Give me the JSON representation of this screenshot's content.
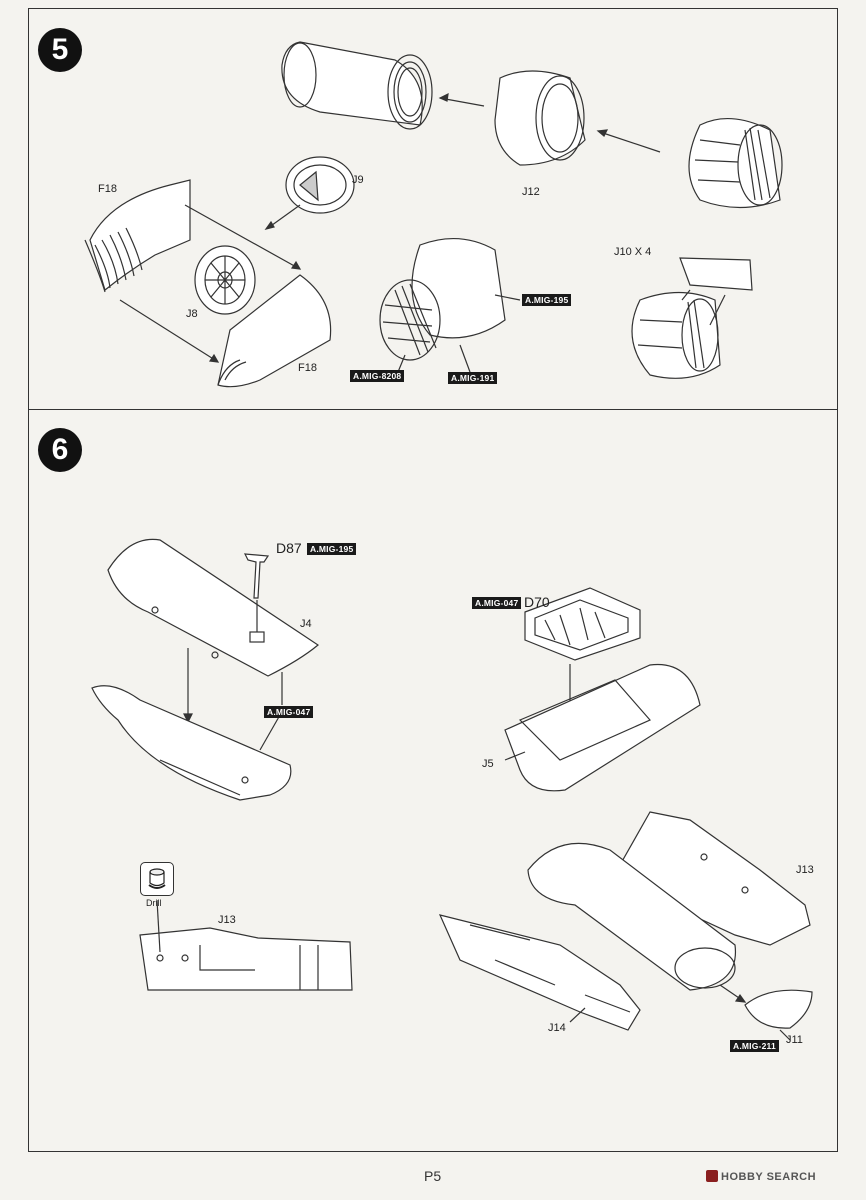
{
  "steps": {
    "step5": "5",
    "step6": "6"
  },
  "step5": {
    "parts": {
      "f18_top": "F18",
      "f18_bottom": "F18",
      "j8": "J8",
      "j9": "J9",
      "j12": "J12",
      "j10": "J10 X 4"
    },
    "tags": {
      "mig195": "A.MIG-195",
      "mig8208": "A.MIG-8208",
      "mig191": "A.MIG-191"
    }
  },
  "step6": {
    "parts": {
      "d87": "D87",
      "j4": "J4",
      "d70": "D70",
      "j5": "J5",
      "j13_side": "J13",
      "j13": "J13",
      "j14": "J14",
      "j11": "J11"
    },
    "tags": {
      "mig195": "A.MIG-195",
      "mig047_left": "A.MIG-047",
      "mig047_right": "A.MIG-047",
      "mig211": "A.MIG-211"
    },
    "drill_label": "Drill"
  },
  "footer": {
    "page": "P5",
    "watermark": "HOBBY SEARCH"
  },
  "icons": [
    "drill-icon",
    "hobby-search-logo-icon"
  ]
}
